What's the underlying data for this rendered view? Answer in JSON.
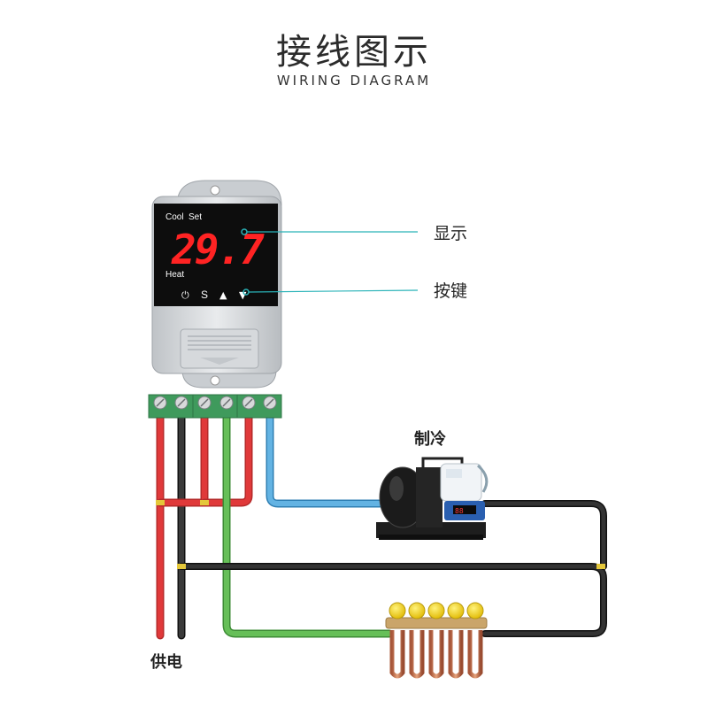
{
  "title": "接线图示",
  "subtitle": "WIRING DIAGRAM",
  "device": {
    "top_left": "Cool",
    "top_right": "Set",
    "bottom_left": "Heat",
    "display_value": "29.7",
    "button_power": "⏻",
    "button_s": "S",
    "button_up": "▲",
    "button_down": "▼"
  },
  "callouts": {
    "display": "显示",
    "buttons": "按键"
  },
  "labels": {
    "cooling": "制冷",
    "power_supply": "供电"
  },
  "colors": {
    "wire_red": "#e0393a",
    "wire_black": "#2a2a2a",
    "wire_green": "#58b24c",
    "wire_blue": "#4a9fd3",
    "callout_line": "#2ab3b8",
    "lcd_digits": "#ff2323",
    "terminal_green": "#3f9a5c"
  }
}
